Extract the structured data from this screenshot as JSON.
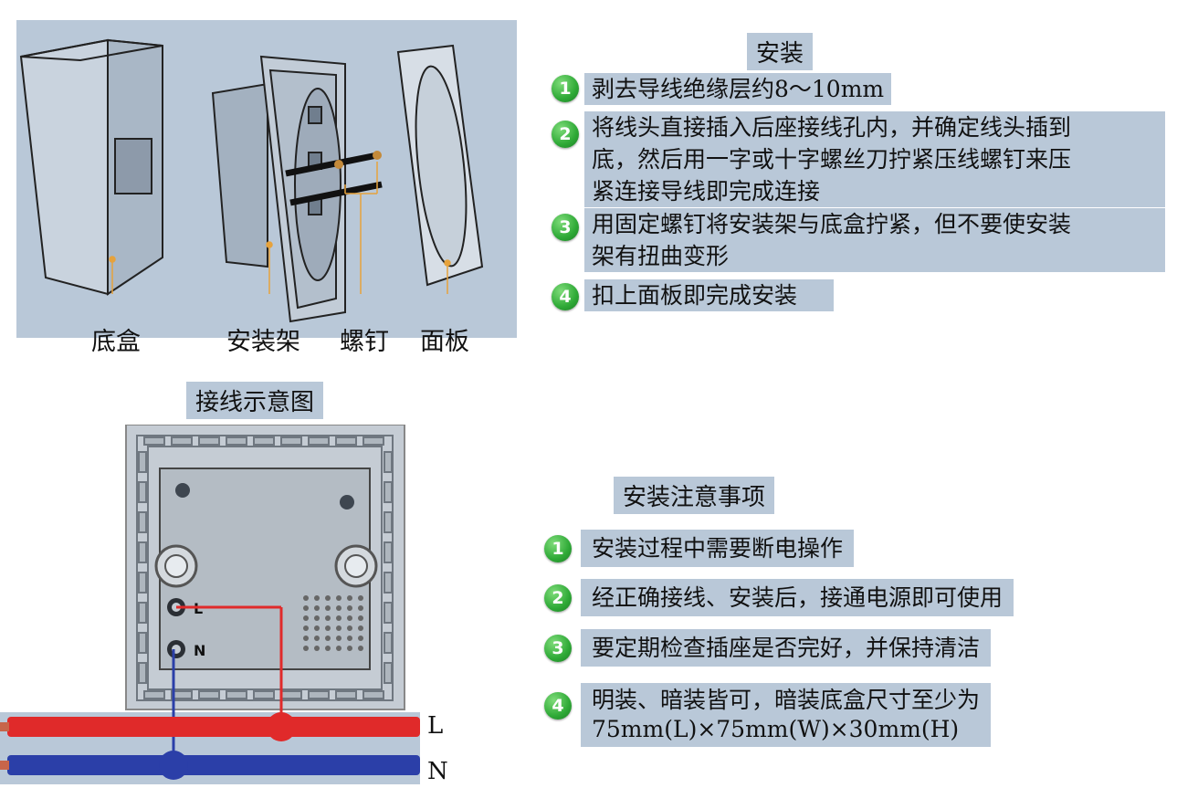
{
  "parts": {
    "bottom_box": "底盒",
    "mount_frame": "安装架",
    "screw": "螺钉",
    "panel": "面板"
  },
  "install": {
    "title": "安装",
    "steps": [
      {
        "num": "1",
        "text": "剥去导线绝缘层约8～10mm"
      },
      {
        "num": "2",
        "text": "将线头直接插入后座接线孔内，并确定线头插到\n底，然后用一字或十字螺丝刀拧紧压线螺钉来压\n紧连接导线即完成连接"
      },
      {
        "num": "3",
        "text": "用固定螺钉将安装架与底盒拧紧，但不要使安装\n架有扭曲变形"
      },
      {
        "num": "4",
        "text": "扣上面板即完成安装"
      }
    ]
  },
  "wiring": {
    "title": "接线示意图",
    "live_label": "L",
    "neutral_label": "N",
    "live_color": "#e02a2a",
    "neutral_color": "#2b3fa8"
  },
  "notes": {
    "title": "安装注意事项",
    "items": [
      {
        "num": "1",
        "text": "安装过程中需要断电操作"
      },
      {
        "num": "2",
        "text": "经正确接线、安装后，接通电源即可使用"
      },
      {
        "num": "3",
        "text": "要定期检查插座是否完好，并保持清洁"
      },
      {
        "num": "4",
        "text": "明装、暗装皆可，暗装底盒尺寸至少为\n75mm(L)×75mm(W)×30mm(H)"
      }
    ]
  }
}
